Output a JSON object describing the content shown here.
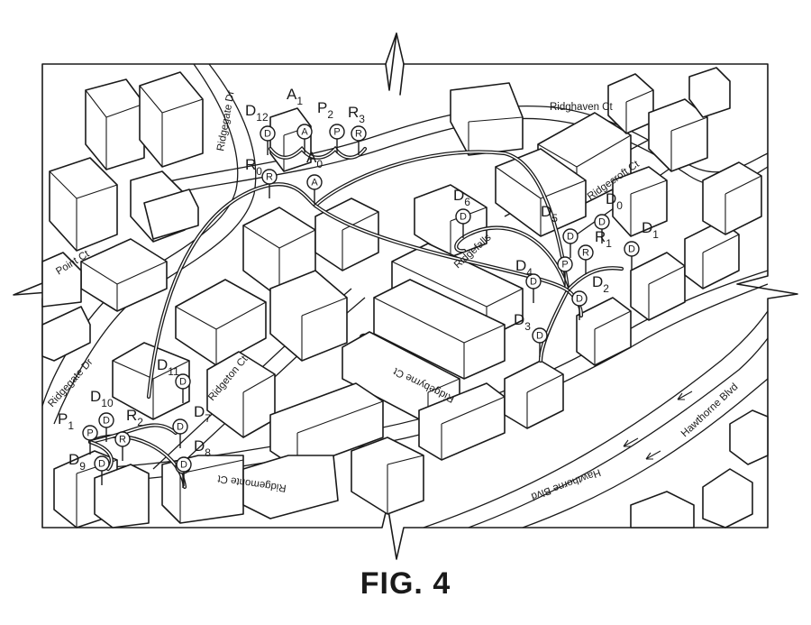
{
  "figure": {
    "caption": "FIG. 4",
    "colors": {
      "line": "#1a1a1a",
      "background": "#ffffff"
    }
  },
  "streets": [
    {
      "id": "ridgegate-dr-top",
      "name": "Ridgegate Dr"
    },
    {
      "id": "ridgegate-dr-left",
      "name": "Ridgegate Dr"
    },
    {
      "id": "ridgehaven-ct",
      "name": "Ridghaven Ct"
    },
    {
      "id": "ridgecroft-ct",
      "name": "Ridgecroft Ct"
    },
    {
      "id": "ridgefalls",
      "name": "Ridgefalls"
    },
    {
      "id": "ridgebyrne-ct",
      "name": "Ridgebyrne Ct"
    },
    {
      "id": "ridgeton-ct",
      "name": "Ridgeton Ct"
    },
    {
      "id": "ridgemonte-ct",
      "name": "Ridgemonte Ct"
    },
    {
      "id": "point-ct",
      "name": "Point Ct"
    },
    {
      "id": "hawthorne-blvd-1",
      "name": "Hawthorne Blvd"
    },
    {
      "id": "hawthorne-blvd-2",
      "name": "Hawthorne Blvd"
    }
  ],
  "markers": [
    {
      "id": "D12",
      "letter": "D",
      "base": "D",
      "sub": "12"
    },
    {
      "id": "A1",
      "letter": "A",
      "base": "A",
      "sub": "1"
    },
    {
      "id": "P2",
      "letter": "P",
      "base": "P",
      "sub": "2"
    },
    {
      "id": "R3",
      "letter": "R",
      "base": "R",
      "sub": "3"
    },
    {
      "id": "R0",
      "letter": "R",
      "base": "R",
      "sub": "0"
    },
    {
      "id": "A0",
      "letter": "A",
      "base": "A",
      "sub": "0"
    },
    {
      "id": "D6",
      "letter": "D",
      "base": "D",
      "sub": "6"
    },
    {
      "id": "D5",
      "letter": "D",
      "base": "D",
      "sub": "5"
    },
    {
      "id": "R1",
      "letter": "R",
      "base": "R",
      "sub": "1"
    },
    {
      "id": "D0",
      "letter": "D",
      "base": "D",
      "sub": "0"
    },
    {
      "id": "D1",
      "letter": "D",
      "base": "D",
      "sub": "1"
    },
    {
      "id": "P",
      "letter": "P",
      "base": "",
      "sub": ""
    },
    {
      "id": "D4",
      "letter": "D",
      "base": "D",
      "sub": "4"
    },
    {
      "id": "D2",
      "letter": "D",
      "base": "D",
      "sub": "2"
    },
    {
      "id": "D3",
      "letter": "D",
      "base": "D",
      "sub": "3"
    },
    {
      "id": "D11",
      "letter": "D",
      "base": "D",
      "sub": "11"
    },
    {
      "id": "D10",
      "letter": "D",
      "base": "D",
      "sub": "10"
    },
    {
      "id": "P1",
      "letter": "P",
      "base": "P",
      "sub": "1"
    },
    {
      "id": "R2",
      "letter": "R",
      "base": "R",
      "sub": "2"
    },
    {
      "id": "D7",
      "letter": "D",
      "base": "D",
      "sub": "7"
    },
    {
      "id": "D8",
      "letter": "D",
      "base": "D",
      "sub": "8"
    },
    {
      "id": "D9",
      "letter": "D",
      "base": "D",
      "sub": "9"
    },
    {
      "id": "D13",
      "letter": "D",
      "base": "",
      "sub": ""
    }
  ]
}
